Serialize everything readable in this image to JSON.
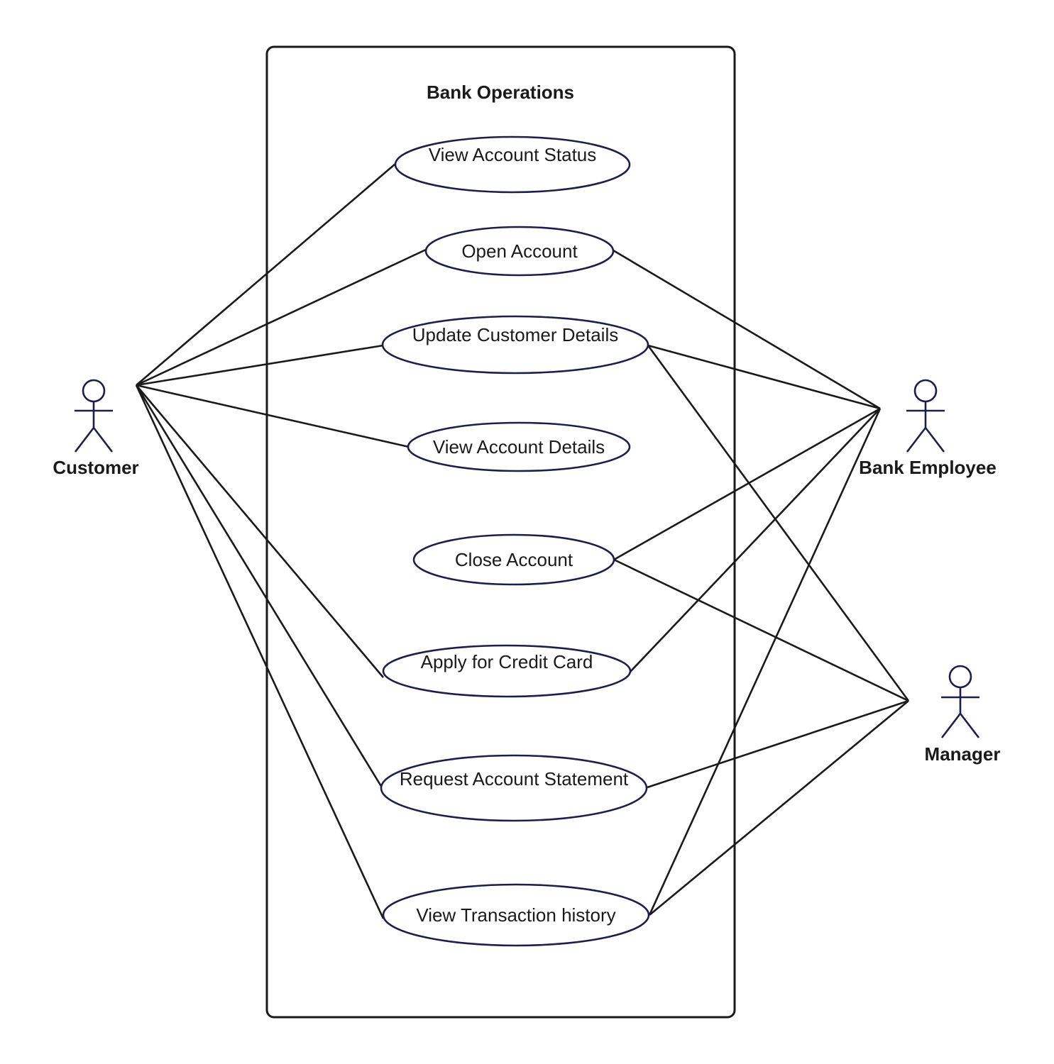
{
  "system": {
    "title": "Bank Operations"
  },
  "actors": {
    "customer": {
      "name": "Customer"
    },
    "bank_employee": {
      "name": "Bank Employee"
    },
    "manager": {
      "name": "Manager"
    }
  },
  "use_cases": {
    "view_account_status": "View Account Status",
    "open_account": "Open Account",
    "update_customer_details": "Update Customer Details",
    "view_account_details": "View Account Details",
    "close_account": "Close Account",
    "apply_credit_card": "Apply for Credit Card",
    "request_statement": "Request Account Statement",
    "view_transaction_history": "View Transaction history"
  },
  "associations": [
    [
      "customer",
      "view_account_status"
    ],
    [
      "customer",
      "open_account"
    ],
    [
      "customer",
      "update_customer_details"
    ],
    [
      "customer",
      "view_account_details"
    ],
    [
      "customer",
      "apply_credit_card"
    ],
    [
      "customer",
      "request_statement"
    ],
    [
      "customer",
      "view_transaction_history"
    ],
    [
      "bank_employee",
      "open_account"
    ],
    [
      "bank_employee",
      "update_customer_details"
    ],
    [
      "bank_employee",
      "close_account"
    ],
    [
      "bank_employee",
      "apply_credit_card"
    ],
    [
      "bank_employee",
      "view_transaction_history"
    ],
    [
      "manager",
      "update_customer_details"
    ],
    [
      "manager",
      "close_account"
    ],
    [
      "manager",
      "request_statement"
    ],
    [
      "manager",
      "view_transaction_history"
    ]
  ],
  "colors": {
    "line": "#1a1a1a",
    "shape_stroke": "#1c1f4a",
    "background": "#ffffff"
  }
}
